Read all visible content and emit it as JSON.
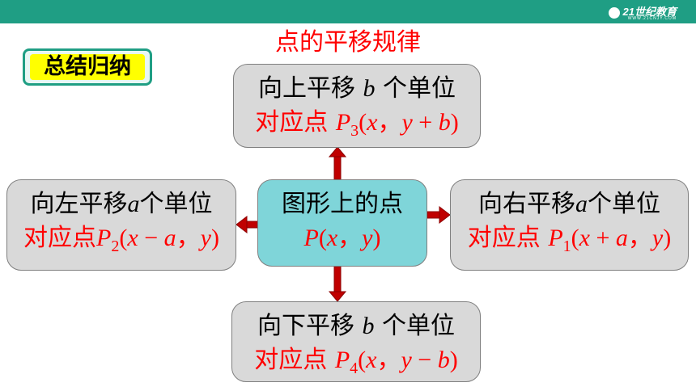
{
  "header": {
    "logo_text": "21世纪教育",
    "logo_sub": "WWW.21CNJY.COM",
    "accent_color": "#1f9e84"
  },
  "title": "点的平移规律",
  "summary_label": "总结归纳",
  "nodes": {
    "center": {
      "line1": "图形上的点",
      "point": "P",
      "coords_pre": "(",
      "x": "x",
      "sep": "，",
      "y": "y",
      "coords_post": ")"
    },
    "up": {
      "move_pre": "向上平移 ",
      "amount": "b",
      "move_post": " 个单位",
      "corr": "对应点 ",
      "point": "P",
      "sub": "3",
      "expr_open": "(",
      "x": "x",
      "sep": "，",
      "y": "y",
      "op": " + ",
      "amt": "b",
      "expr_close": ")"
    },
    "left": {
      "move_pre": "向左平移",
      "amount": "a",
      "move_post": "个单位",
      "corr": "对应点",
      "point": "P",
      "sub": "2",
      "expr_open": "(",
      "x": "x",
      "op": " − ",
      "amt": "a",
      "sep": "，",
      "y": "y",
      "expr_close": ")"
    },
    "right": {
      "move_pre": "向右平移",
      "amount": "a",
      "move_post": "个单位",
      "corr": "对应点 ",
      "point": "P",
      "sub": "1",
      "expr_open": "(",
      "x": "x",
      "op": " + ",
      "amt": "a",
      "sep": "，",
      "y": "y",
      "expr_close": ")"
    },
    "down": {
      "move_pre": "向下平移 ",
      "amount": "b",
      "move_post": " 个单位",
      "corr": "对应点 ",
      "point": "P",
      "sub": "4",
      "expr_open": "(",
      "x": "x",
      "sep": "，",
      "y": "y",
      "op": " − ",
      "amt": "b",
      "expr_close": ")"
    }
  },
  "colors": {
    "box_fill": "#d9d9d9",
    "center_fill": "#7fd5d9",
    "arrow": "#c00000",
    "highlight": "#ff0000"
  }
}
